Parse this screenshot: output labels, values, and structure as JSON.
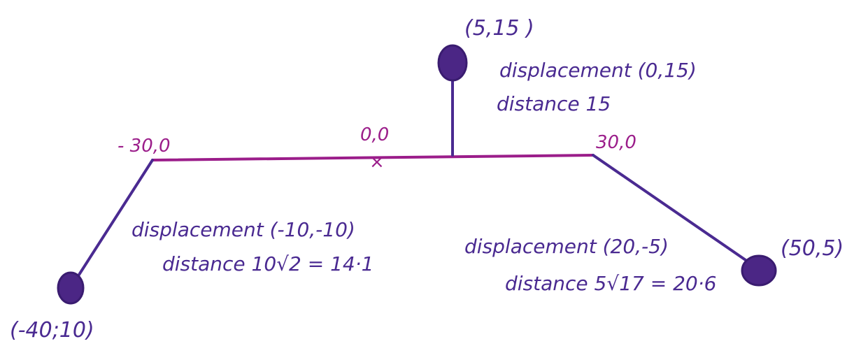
{
  "colors": {
    "axis": "#9b1d8a",
    "ink": "#4a2a91",
    "node": "#4b2685"
  },
  "axis_labels": {
    "left": "- 30,0",
    "origin": "0,0",
    "origin_mark": "×",
    "right": "30,0"
  },
  "points": {
    "top": "(5,15 )",
    "bottom_left": "(-40;10)",
    "right": "(50,5)"
  },
  "annotations": {
    "top": {
      "displacement": "displacement (0,15)",
      "distance": "distance 15"
    },
    "left": {
      "displacement": "displacement (-10,-10)",
      "distance": "distance 10√2 = 14·1"
    },
    "right": {
      "displacement": "displacement (20,-5)",
      "distance": "distance 5√17 = 20·6"
    }
  }
}
